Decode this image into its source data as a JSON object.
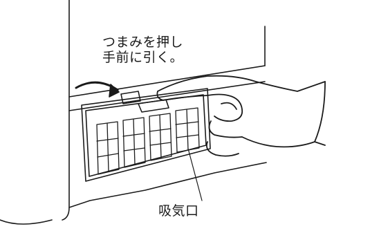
{
  "instruction": {
    "line1": "つまみを押し",
    "line2": "手前に引く。"
  },
  "callout": {
    "intake_label": "吸気口"
  },
  "colors": {
    "line": "#1a1a1a",
    "panel": "#ffffff",
    "grid": "#1a1a1a"
  }
}
